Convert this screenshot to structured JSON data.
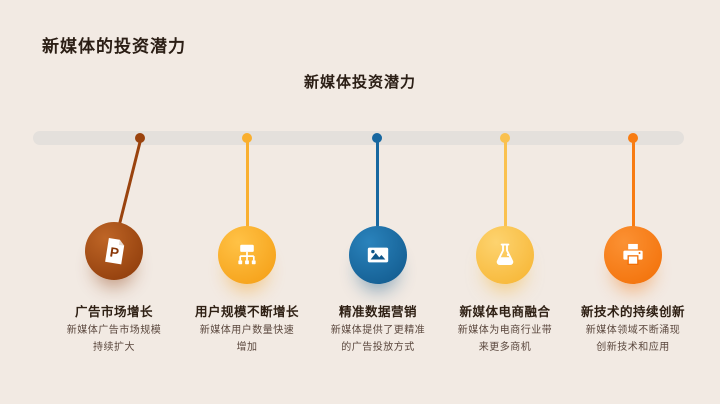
{
  "slide": {
    "title": "新媒体的投资潜力",
    "subtitle": "新媒体投资潜力",
    "background_color": "#F2EAE3",
    "timeline_bar_color": "#E4E0DC",
    "title_color": "#2B1E15"
  },
  "items": [
    {
      "heading": "广告市场增长",
      "desc": "新媒体广告市场规模持续扩大",
      "desc_lines": [
        "新媒体广告市场规模",
        "持续扩大"
      ],
      "icon": "ppt-document-icon",
      "colors": {
        "light": "#BE6526",
        "dark": "#8A3808",
        "dot": "#9A430E",
        "shadow": "rgba(138,56,8,0.45)"
      }
    },
    {
      "heading": "用户规模不断增长",
      "desc": "新媒体用户数量快速增加",
      "desc_lines": [
        "新媒体用户数量快速",
        "增加"
      ],
      "icon": "org-chart-icon",
      "colors": {
        "light": "#FFC246",
        "dark": "#F49C12",
        "dot": "#F9AF2F",
        "shadow": "rgba(244,156,18,0.45)"
      }
    },
    {
      "heading": "精准数据营销",
      "desc": "新媒体提供了更精准的广告投放方式",
      "desc_lines": [
        "新媒体提供了更精准",
        "的广告投放方式"
      ],
      "icon": "photo-icon",
      "colors": {
        "light": "#2A83BC",
        "dark": "#10578A",
        "dot": "#1767A0",
        "shadow": "rgba(16,87,138,0.45)"
      }
    },
    {
      "heading": "新媒体电商融合",
      "desc": "新媒体为电商行业带来更多商机",
      "desc_lines": [
        "新媒体为电商行业带",
        "来更多商机"
      ],
      "icon": "flask-icon",
      "colors": {
        "light": "#FDD36F",
        "dark": "#F6B32F",
        "dot": "#FAC14F",
        "shadow": "rgba(246,179,47,0.5)"
      }
    },
    {
      "heading": "新技术的持续创新",
      "desc": "新媒体领域不断涌现创新技术和应用",
      "desc_lines": [
        "新媒体领域不断涌现",
        "创新技术和应用"
      ],
      "icon": "printer-icon",
      "colors": {
        "light": "#FB9133",
        "dark": "#F26E05",
        "dot": "#F87C12",
        "shadow": "rgba(242,110,5,0.45)"
      }
    }
  ]
}
